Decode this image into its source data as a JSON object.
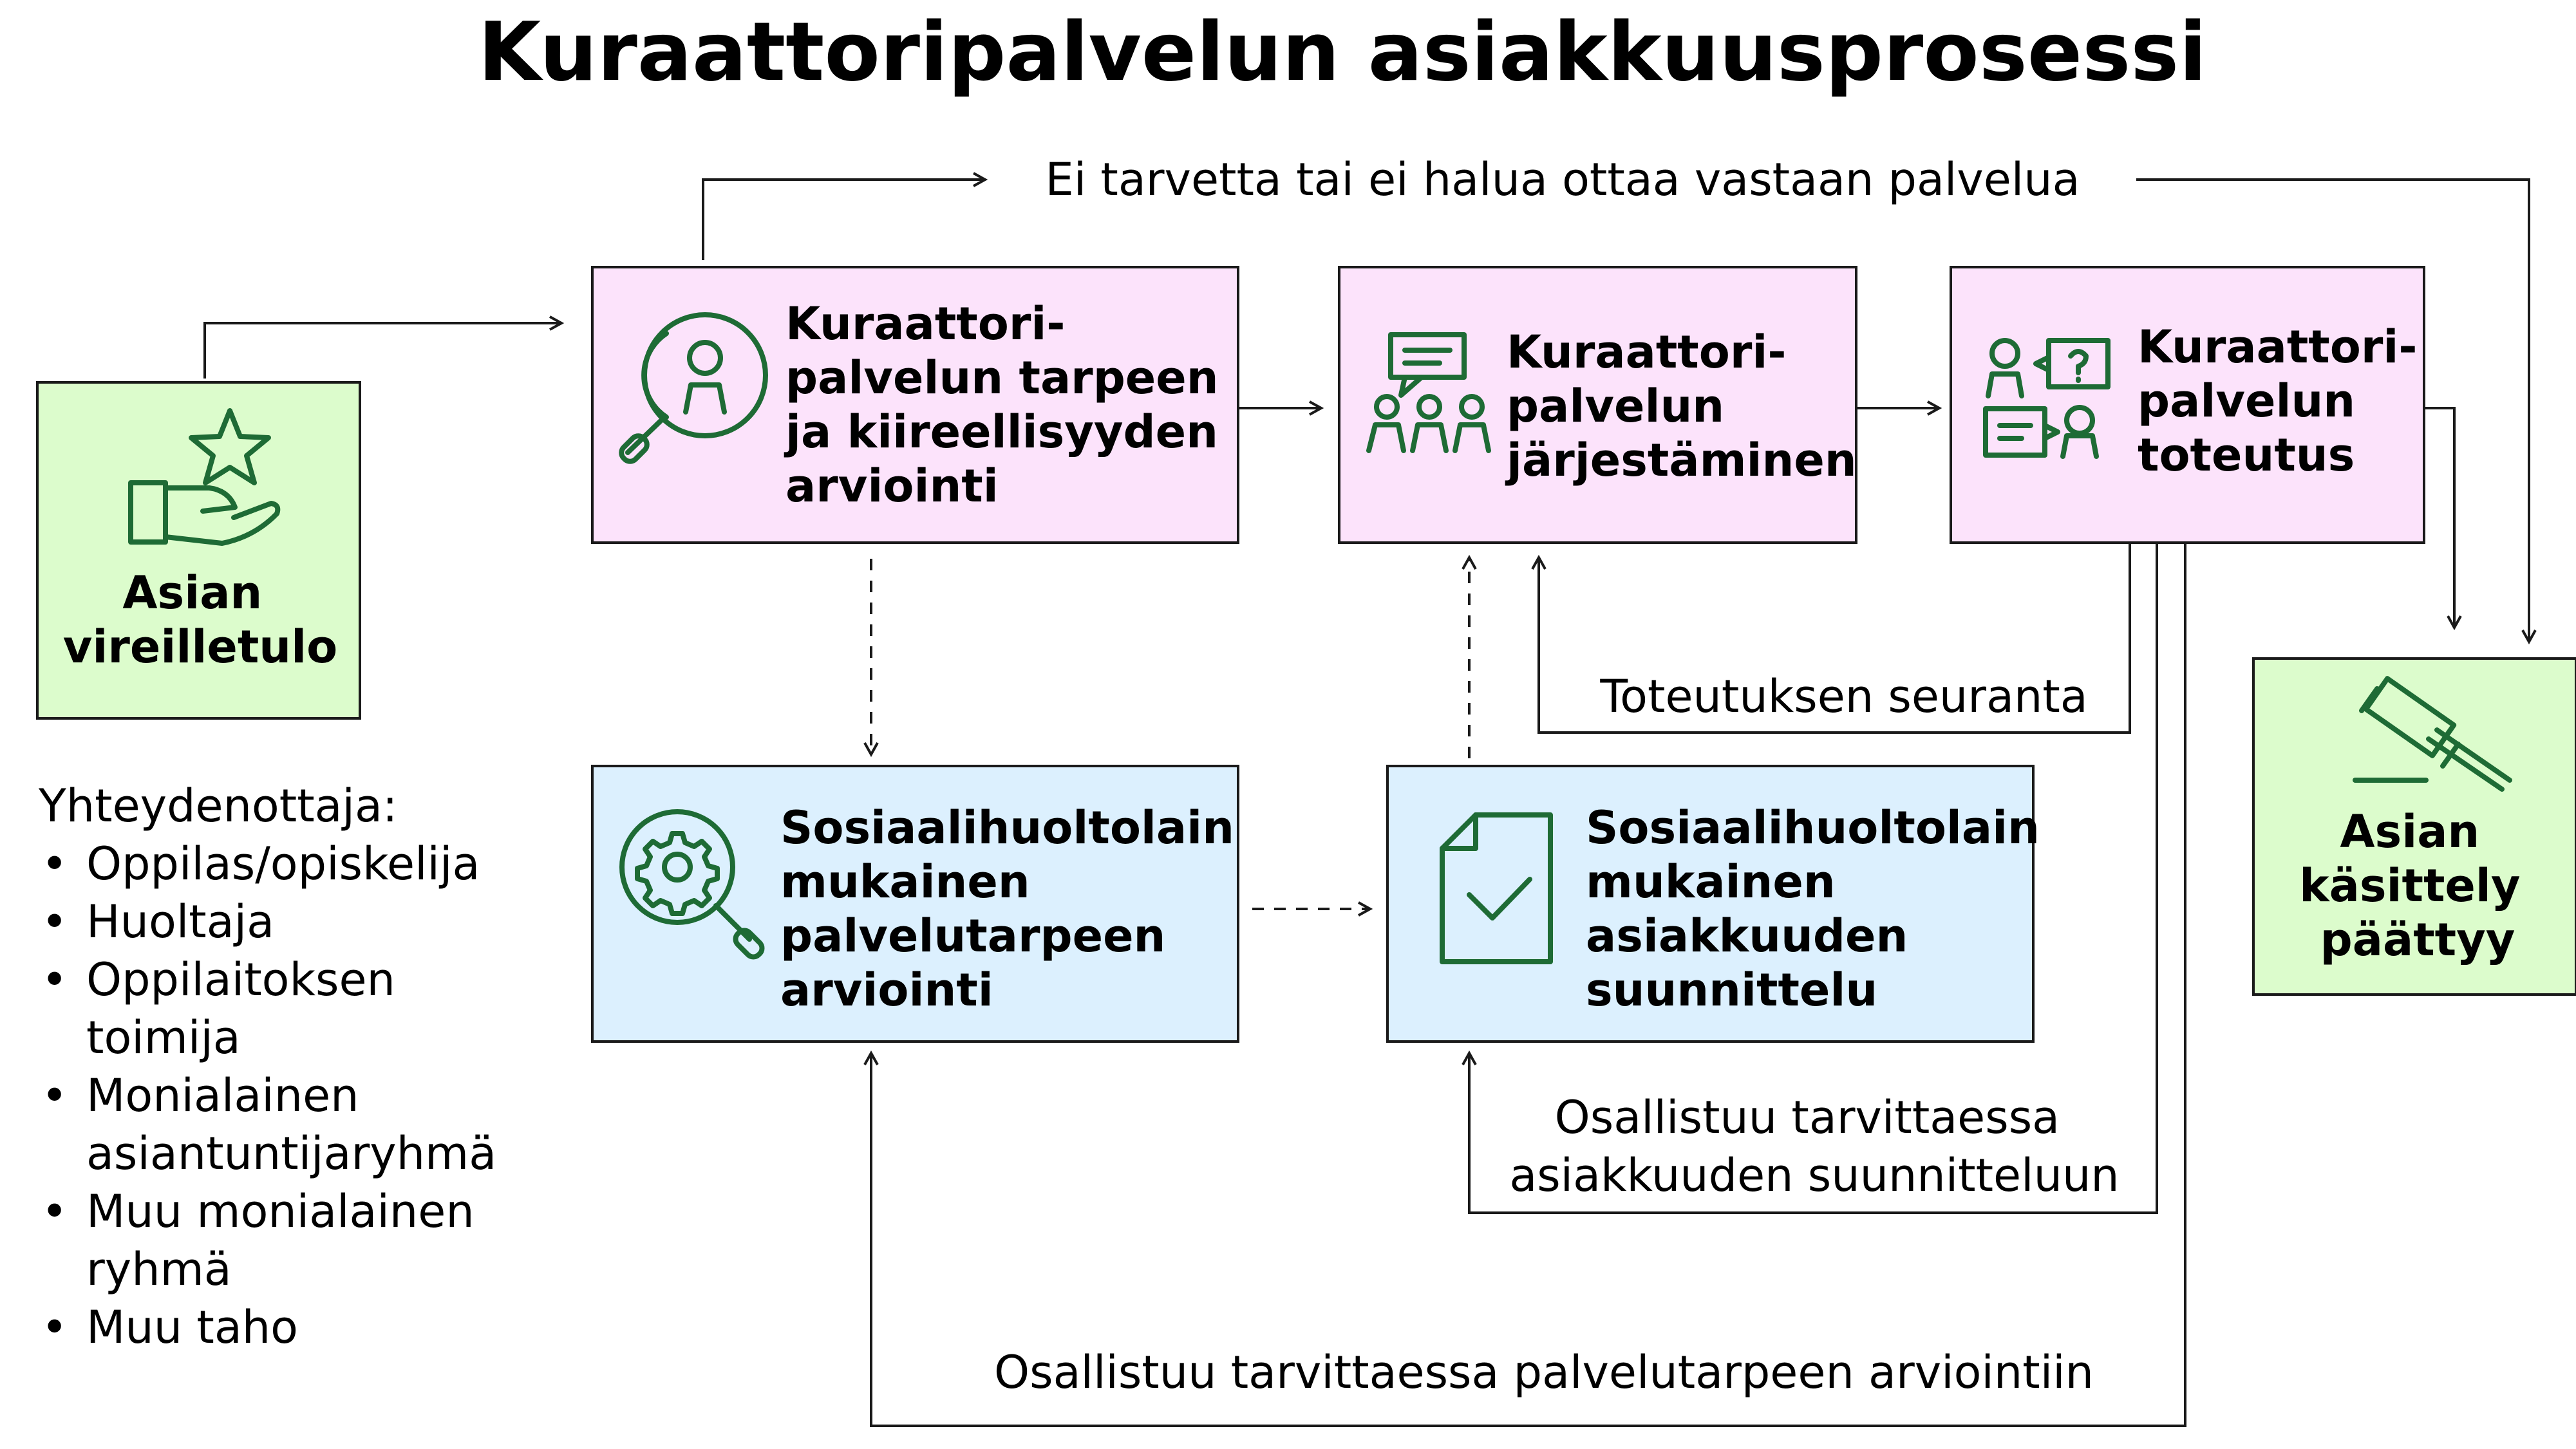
{
  "title": "Kuraattoripalvelun asiakkuusprosessi",
  "colors": {
    "pink_fill": "#fce3fb",
    "blue_fill": "#dcf0fe",
    "green_fill": "#dcfccc",
    "icon_green": "#1e6b35",
    "stroke": "#1a1a1a"
  },
  "nodes": {
    "start": {
      "lines": [
        "Asian",
        "vireilletulo"
      ],
      "icon": "hand-star-icon"
    },
    "assessment": {
      "lines": [
        "Kuraattori-",
        "palvelun tarpeen",
        "ja kiireellisyyden",
        "arviointi"
      ],
      "icon": "magnifier-person-icon"
    },
    "organizing": {
      "lines": [
        "Kuraattori-",
        "palvelun",
        "järjestäminen"
      ],
      "icon": "group-chat-icon"
    },
    "implementation": {
      "lines": [
        "Kuraattori-",
        "palvelun",
        "toteutus"
      ],
      "icon": "conversation-icon"
    },
    "end": {
      "lines": [
        "Asian",
        "käsittely",
        "päättyy"
      ],
      "icon": "gavel-icon"
    },
    "social_assessment": {
      "lines": [
        "Sosiaalihuoltolain",
        "mukainen",
        "palvelutarpeen",
        "arviointi"
      ],
      "icon": "magnifier-gear-icon"
    },
    "social_planning": {
      "lines": [
        "Sosiaalihuoltolain",
        "mukainen",
        "asiakkuuden",
        "suunnittelu"
      ],
      "icon": "document-check-icon"
    }
  },
  "edges": {
    "no_need": "Ei tarvetta tai ei halua ottaa vastaan palvelua",
    "follow_up": "Toteutuksen seuranta",
    "participates_planning": [
      "Osallistuu tarvittaessa",
      "asiakkuuden suunnitteluun"
    ],
    "participates_assessment": "Osallistuu tarvittaessa palvelutarpeen arviointiin"
  },
  "contacts": {
    "heading": "Yhteydenottaja:",
    "items": [
      [
        "Oppilas/opiskelija"
      ],
      [
        "Huoltaja"
      ],
      [
        "Oppilaitoksen",
        "toimija"
      ],
      [
        "Monialainen",
        "asiantuntijaryhmä"
      ],
      [
        "Muu monialainen",
        "ryhmä"
      ],
      [
        "Muu taho"
      ]
    ]
  }
}
